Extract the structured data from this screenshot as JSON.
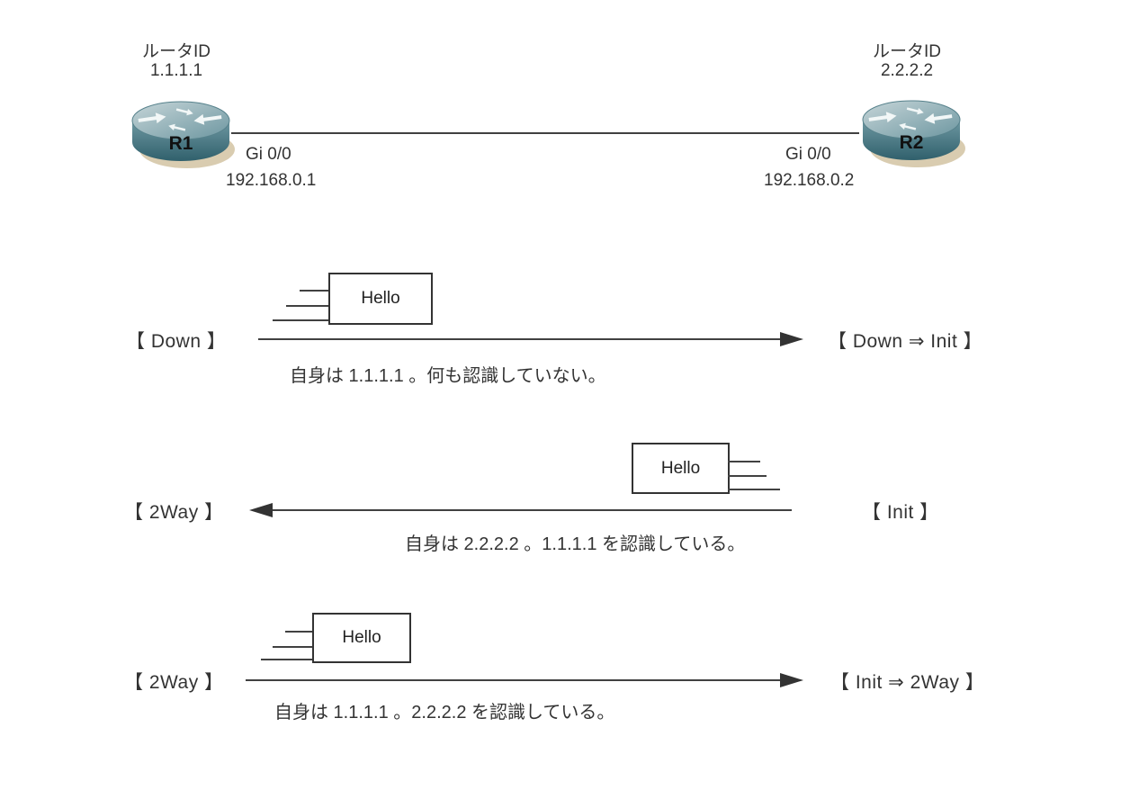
{
  "topology": {
    "r1": {
      "router_id_label": "ルータID",
      "router_id": "1.1.1.1",
      "name": "R1",
      "interface": "Gi 0/0",
      "ip": "192.168.0.1"
    },
    "r2": {
      "router_id_label": "ルータID",
      "router_id": "2.2.2.2",
      "name": "R2",
      "interface": "Gi 0/0",
      "ip": "192.168.0.2"
    }
  },
  "messages": [
    {
      "left_state": "【 Down 】",
      "right_state": "【 Down ⇒ Init 】",
      "packet_label": "Hello",
      "direction": "right",
      "caption": "自身は 1.1.1.1 。何も認識していない。"
    },
    {
      "left_state": "【 2Way 】",
      "right_state": "【 Init 】",
      "packet_label": "Hello",
      "direction": "left",
      "caption": "自身は 2.2.2.2 。1.1.1.1 を認識している。"
    },
    {
      "left_state": "【 2Way 】",
      "right_state": "【 Init ⇒ 2Way 】",
      "packet_label": "Hello",
      "direction": "right",
      "caption": "自身は 1.1.1.1 。2.2.2.2 を認識している。"
    }
  ],
  "colors": {
    "background": "#ffffff",
    "text": "#333333",
    "line": "#414141",
    "router_top": "#9db8bf",
    "router_body": "#4e7f8a",
    "router_shadow": "#d9ccb0",
    "packet_border": "#333333"
  }
}
